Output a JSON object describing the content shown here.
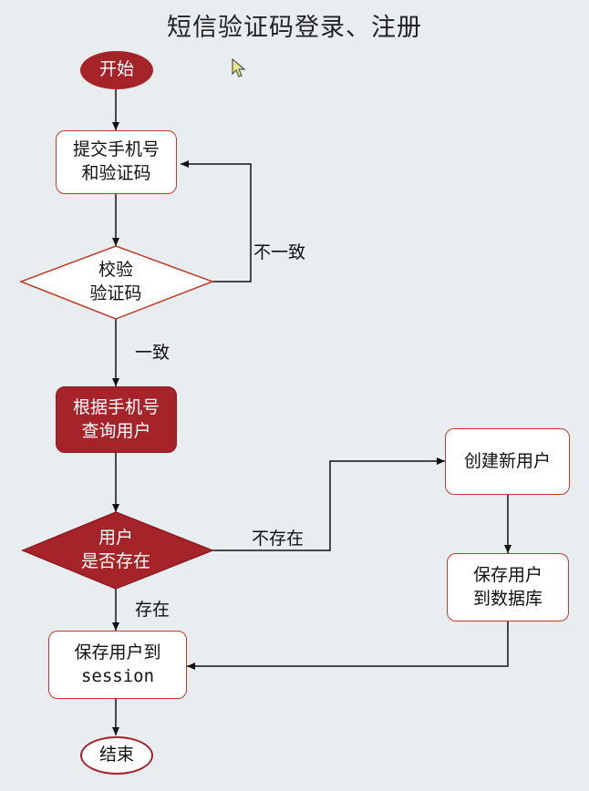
{
  "title": "短信验证码登录、注册",
  "nodes": {
    "start": "开始",
    "submit": "提交手机号\n和验证码",
    "verify": "校验\n验证码",
    "query": "根据手机号\n查询用户",
    "exists": "用户\n是否存在",
    "create": "创建新用户",
    "save_db": "保存用户\n到数据库",
    "save_session_line1": "保存用户到",
    "save_session_line2": "session",
    "end": "结束"
  },
  "edges": {
    "mismatch": "不一致",
    "match": "一致",
    "not_exists": "不存在",
    "exists": "存在"
  },
  "colors": {
    "accent": "#a5242a",
    "border": "#c0392b",
    "background": "#e8eef0"
  },
  "icons": {
    "cursor": "mouse-pointer-icon"
  }
}
